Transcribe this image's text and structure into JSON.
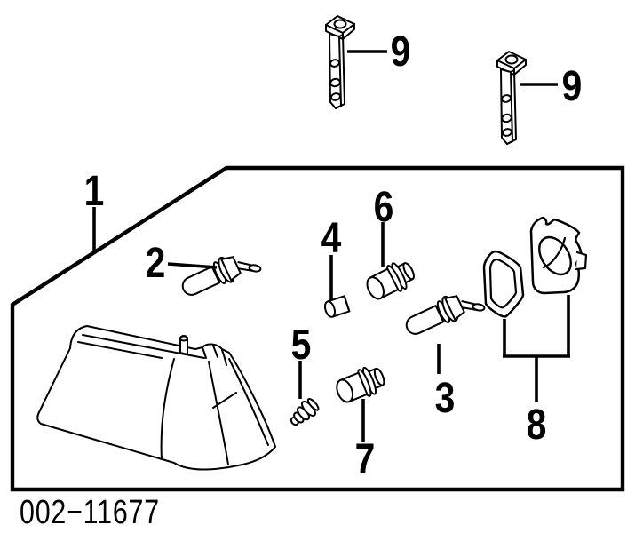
{
  "colors": {
    "background": "#ffffff",
    "line": "#000000"
  },
  "callouts": {
    "part1": "1",
    "part2": "2",
    "part3": "3",
    "part4": "4",
    "part5": "5",
    "part6": "6",
    "part7": "7",
    "part8": "8",
    "part9_left": "9",
    "part9_right": "9"
  },
  "footer": {
    "part_number": "002−11677"
  }
}
